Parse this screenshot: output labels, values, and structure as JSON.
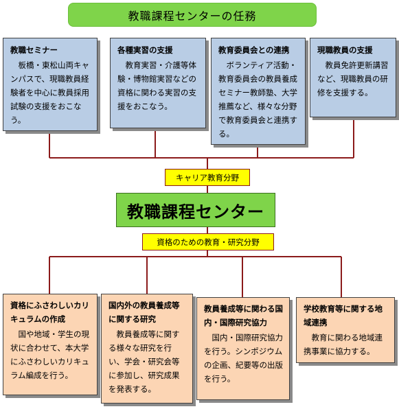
{
  "title": "教職課程センターの任務",
  "career_label": "キャリア教育分野",
  "center_label": "教職課程センター",
  "research_label": "資格のための教育・研究分野",
  "top_boxes": [
    {
      "heading": "教職セミナー",
      "body": "板橋・東松山両キャンパスで、現職教員経験者を中心に教員採用試験の支援をおこなう。"
    },
    {
      "heading": "各種実習の支援",
      "body": "教育実習・介護等体験・博物館実習などの資格に関わる実習の支援をおこなう。"
    },
    {
      "heading": "教育委員会との連携",
      "body": "ボランティア活動・教育委員会の教員養成セミナー教師塾、大学推薦など、様々な分野で教育委員会と連携する。"
    },
    {
      "heading": "現職教員の支援",
      "body": "教員免許更新講習など、現職教員の研修を支援する。"
    }
  ],
  "bottom_boxes": [
    {
      "heading": "資格にふさわしいカリキュラムの作成",
      "body": "国や地域・学生の現状に合わせて、本大学にふさわしいカリキュラム編成を行う。"
    },
    {
      "heading": "国内外の教員養成等に関する研究",
      "body": "教員養成等に関する様々な研究を行い、学会・研究会等に参加し、研究成果を発表する。"
    },
    {
      "heading": "教員養成等に関わる国内・国際研究協力",
      "body": "国内・国際研究協力を行う。シンポジウムの企画、紀要等の出版を行う。"
    },
    {
      "heading": "学校教育等に関する地域連携",
      "body": "教育に関わる地域連携事業に協力する。"
    }
  ],
  "colors": {
    "title_green": "#7fd44a",
    "top_box_blue": "#b9cde5",
    "bottom_box_peach": "#fcd5b4",
    "label_yellow": "#ffff00",
    "connector_red": "#8b1a1a"
  }
}
